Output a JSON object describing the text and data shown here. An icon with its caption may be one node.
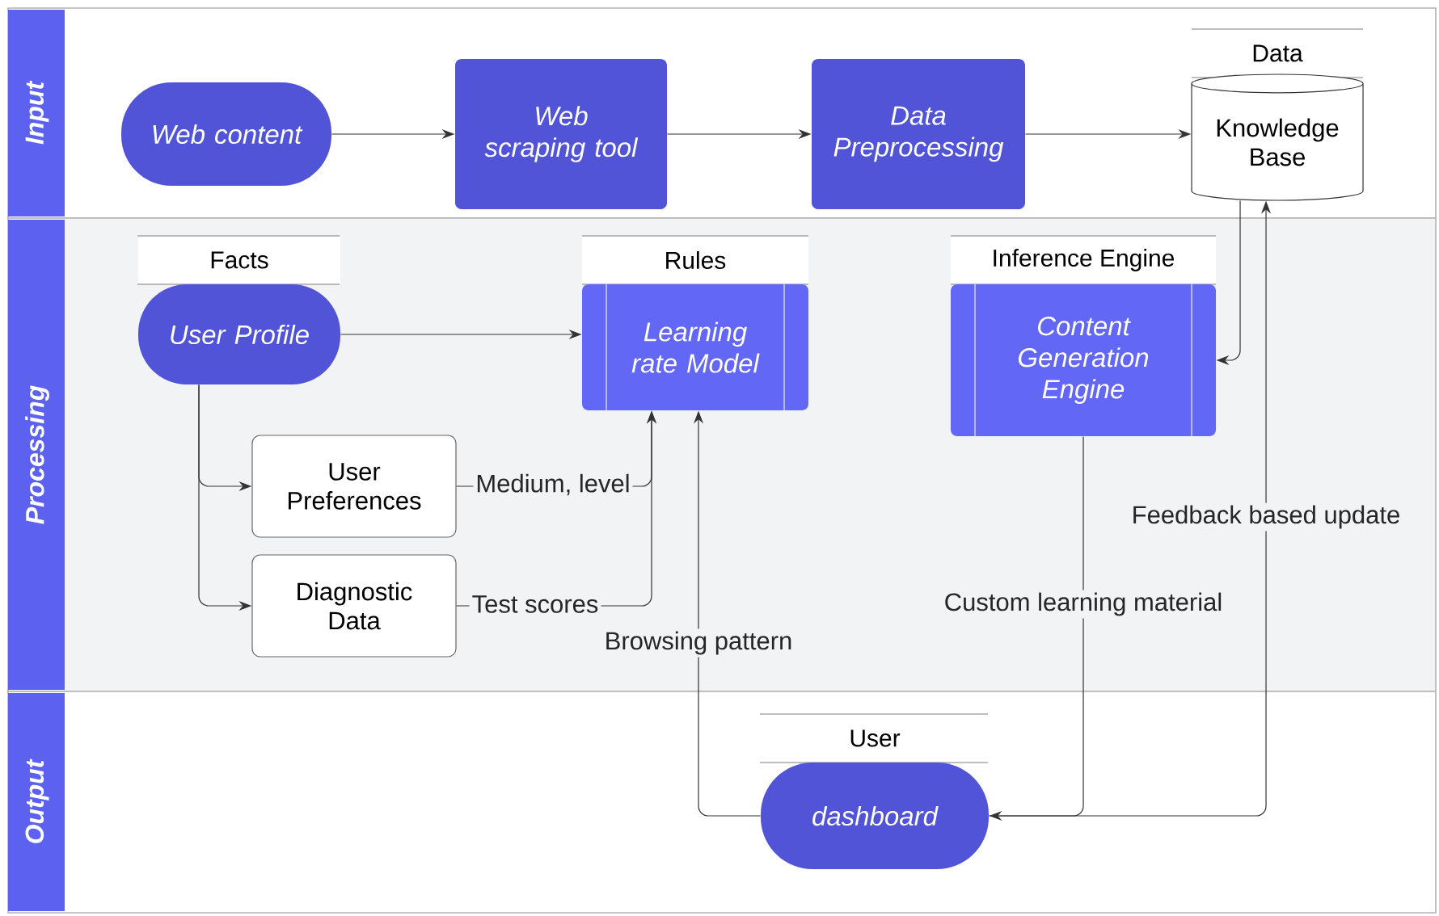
{
  "diagram": {
    "nodes": [
      {
        "text": [
          "Input"
        ]
      },
      {
        "text": [
          "Web content"
        ],
        "in": 0
      },
      {
        "text": [
          "Web scraping tool"
        ],
        "in": 0
      },
      {
        "text": [
          "Data Preprocessing"
        ],
        "in": 0
      },
      {
        "text": [
          "Data",
          "Knowledge Base"
        ],
        "in": 0
      },
      {
        "text": [
          "Processing"
        ]
      },
      {
        "text": [
          "Facts",
          "User Profile"
        ],
        "in": 5
      },
      {
        "text": [
          "Rules",
          "Learning rate Model"
        ],
        "in": 5
      },
      {
        "text": [
          "Inference Engine",
          "Content Generation Engine"
        ],
        "in": 5
      },
      {
        "text": [
          "User Preferences"
        ],
        "in": 5
      },
      {
        "text": [
          "Diagnostic Data"
        ],
        "in": 5
      },
      {
        "text": [
          "Output"
        ]
      },
      {
        "text": [
          "User",
          "dashboard"
        ],
        "in": 11
      }
    ],
    "edges": [
      {
        "from": 1,
        "to": 2,
        "arrow": "to"
      },
      {
        "from": 2,
        "to": 3,
        "arrow": "to"
      },
      {
        "from": 3,
        "to": 4,
        "arrow": "to"
      },
      {
        "from": 4,
        "to": 8,
        "arrow": "to"
      },
      {
        "from": 6,
        "to": 7,
        "arrow": "to"
      },
      {
        "from": 6,
        "to": 9,
        "arrow": "to"
      },
      {
        "from": 6,
        "to": 10,
        "arrow": "to"
      },
      {
        "from": 9,
        "to": 7,
        "arrow": "to",
        "label": "Medium, level"
      },
      {
        "from": 10,
        "to": 7,
        "arrow": "to",
        "label": "Test scores"
      },
      {
        "from": 12,
        "to": 7,
        "arrow": "to",
        "label": "Browsing pattern"
      },
      {
        "from": 8,
        "to": 12,
        "arrow": "to",
        "label": "Custom learning material"
      },
      {
        "from": 12,
        "to": 4,
        "arrow": "to",
        "label": "Feedback based update"
      }
    ]
  }
}
